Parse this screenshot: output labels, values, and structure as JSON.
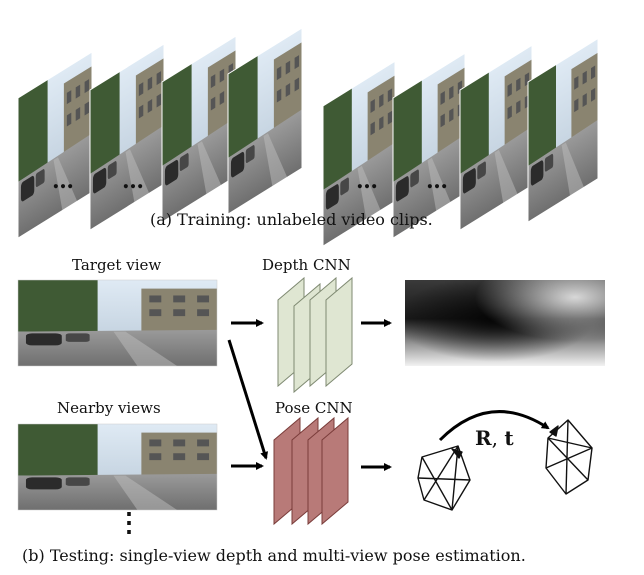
{
  "captions": {
    "training": "(a) Training: unlabeled video clips.",
    "testing": "(b) Testing: single-view depth and multi-view pose estimation."
  },
  "labels": {
    "target_view": "Target view",
    "nearby_views": "Nearby views",
    "depth_cnn": "Depth CNN",
    "pose_cnn": "Pose CNN",
    "pose_symbol_r": "R",
    "pose_symbol_sep": ", ",
    "pose_symbol_t": "t"
  },
  "ellipses": {
    "clip1_a": "…",
    "clip1_b": "…",
    "clip2_a": "…",
    "clip2_b": "…",
    "vertical": "⋮"
  },
  "colors": {
    "depth_cnn_fill": "#dfe6d2",
    "depth_cnn_stroke": "#7f8a72",
    "pose_cnn_fill": "#b87a78",
    "pose_cnn_stroke": "#7a3c3a",
    "sky": "#c9d8e6",
    "road": "#8e8e8e",
    "tree": "#3f5a34"
  }
}
